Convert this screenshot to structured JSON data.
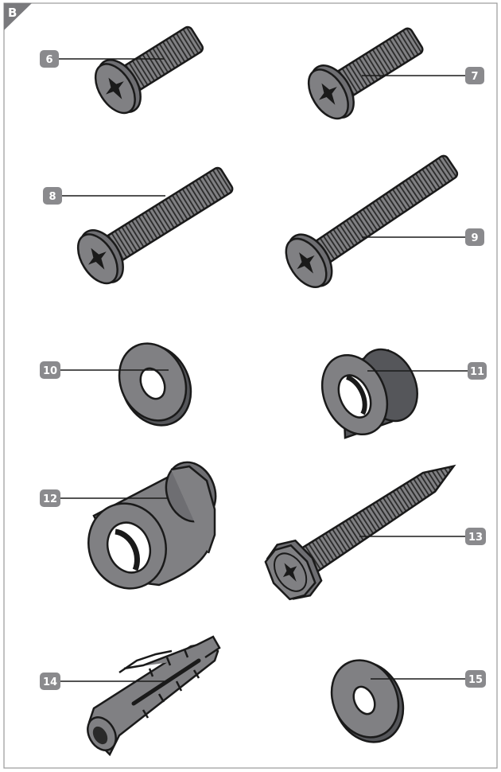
{
  "corner": {
    "label": "B"
  },
  "labels": {
    "p6": "6",
    "p7": "7",
    "p8": "8",
    "p9": "9",
    "p10": "10",
    "p11": "11",
    "p12": "12",
    "p13": "13",
    "p14": "14",
    "p15": "15"
  },
  "colors": {
    "part_fill": "#808083",
    "part_dark": "#55565a",
    "outline": "#1a1a1a",
    "badge": "#8a8a8d",
    "border": "#9a9a9a"
  }
}
